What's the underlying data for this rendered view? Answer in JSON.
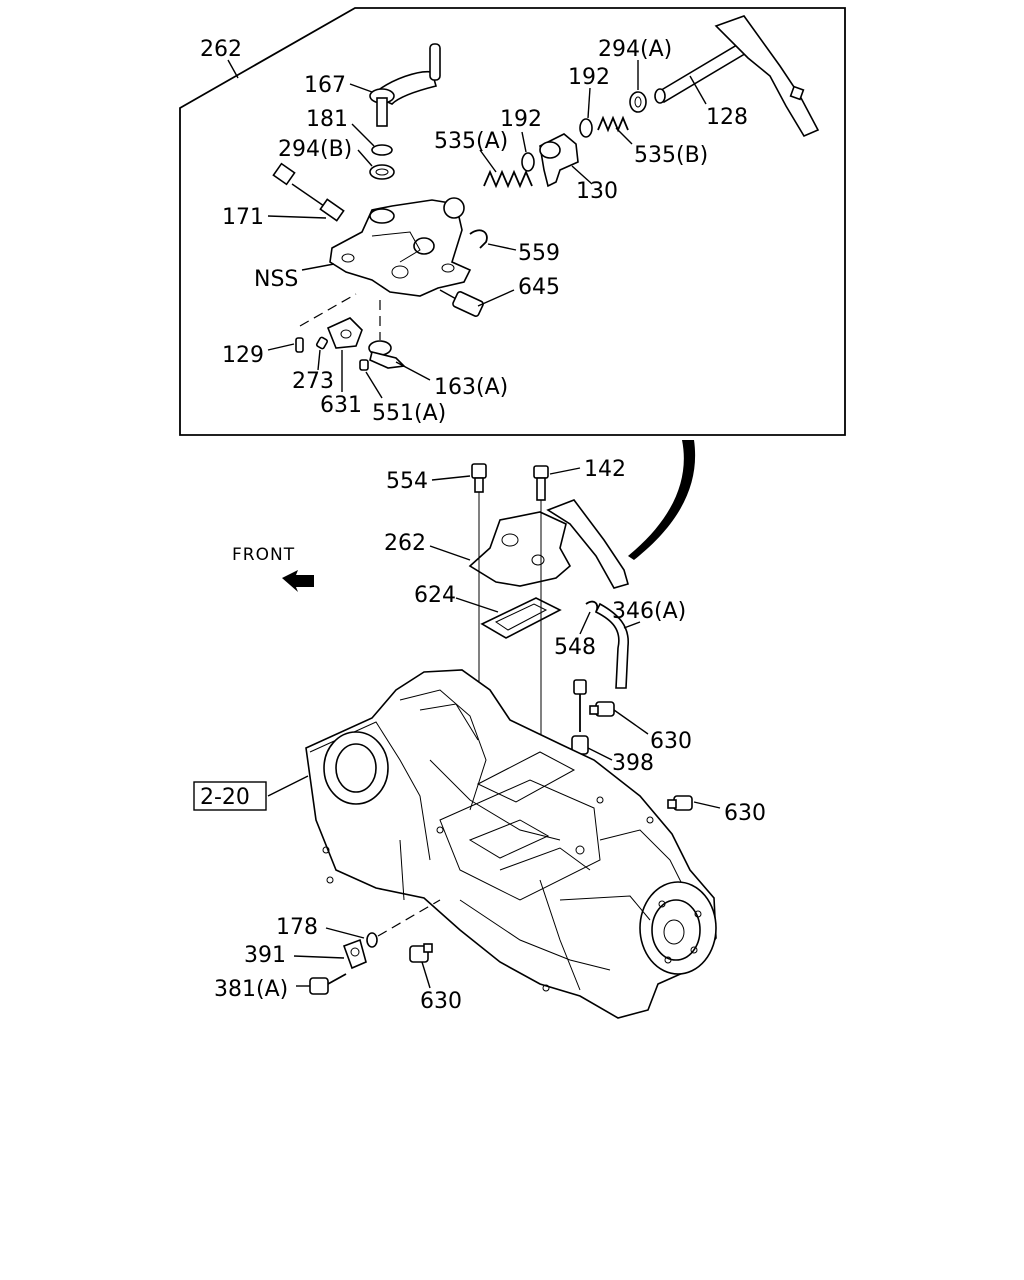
{
  "labels": {
    "l262_top": "262",
    "l167": "167",
    "l181": "181",
    "l294b": "294(B)",
    "l171": "171",
    "lnss": "NSS",
    "l129": "129",
    "l273": "273",
    "l631": "631",
    "l551a": "551(A)",
    "l163a": "163(A)",
    "l645": "645",
    "l559": "559",
    "l535a": "535(A)",
    "l192a": "192",
    "l192b": "192",
    "l294a": "294(A)",
    "l128": "128",
    "l535b": "535(B)",
    "l130": "130",
    "l554": "554",
    "l142": "142",
    "l262_mid": "262",
    "lfront": "FRONT",
    "l624": "624",
    "l548": "548",
    "l346a": "346(A)",
    "l630a": "630",
    "l398": "398",
    "l220": "2-20",
    "l630b": "630",
    "l178": "178",
    "l391": "391",
    "l381a": "381(A)",
    "l630c": "630"
  }
}
